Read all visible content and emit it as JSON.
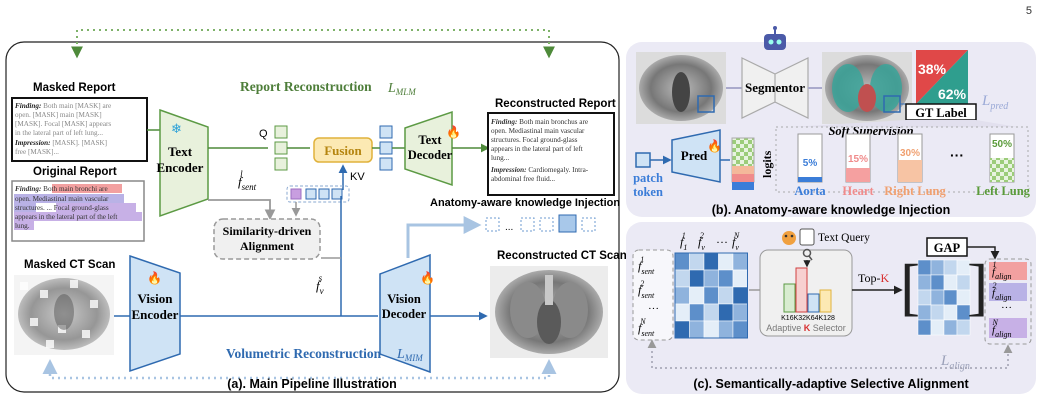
{
  "page_number": "5",
  "panel_a": {
    "caption": "(a). Main Pipeline Illustration",
    "report_reconstruction": "Report Reconstruction",
    "report_loss": "L",
    "report_loss_sub": "MLM",
    "masked_report": {
      "title": "Masked Report",
      "finding_label": "Finding:",
      "finding_text": [
        "Both main [MASK] are",
        "open. [MASK] main [MASK]",
        "[MASK]. Focal [MASK] appears",
        "in the lateral part of left lung..."
      ],
      "impression_label": "Impression:",
      "impression_text": [
        "[MASK]. [MASK]",
        "free [MASK]..."
      ]
    },
    "original_report": {
      "title": "Original Report",
      "finding_label": "Finding:",
      "lines": [
        "Both main bronchi are",
        "open. Mediastinal main vascular",
        "structures. ... Focal ground-glass",
        "appears in the lateral part of the left",
        "lung."
      ]
    },
    "reconstructed_report": {
      "title": "Reconstructed Report",
      "finding_label": "Finding:",
      "finding_text": [
        "Both main bronchus are",
        "open. Mediastinal main vascular",
        "structures. Focal ground-glass",
        "appears in the lateral part of left",
        "lung..."
      ],
      "impression_label": "Impression:",
      "impression_text": [
        "Cardiomegaly. Intra-",
        "abdominal free fluid..."
      ]
    },
    "text_encoder": [
      "Text",
      "Encoder"
    ],
    "text_decoder": [
      "Text",
      "Decoder"
    ],
    "fusion": "Fusion",
    "q_label": "Q",
    "kv_label": "KV",
    "f_sent": "f",
    "f_sent_sub": "sent",
    "f_sent_sup": "l",
    "f_v": "f",
    "f_v_sub": "v",
    "f_v_sup": "s",
    "similarity": [
      "Similarity-driven",
      "Alignment"
    ],
    "masked_ct": "Masked CT Scan",
    "reconstructed_ct": "Reconstructed CT Scan",
    "vision_encoder": [
      "Vision",
      "Encoder"
    ],
    "vision_decoder": [
      "Vision",
      "Decoder"
    ],
    "anatomy_injection": "Anatomy-aware knowledge Injection",
    "volumetric_reconstruction": "Volumetric Reconstruction",
    "volumetric_loss": "L",
    "volumetric_loss_sub": "MIM"
  },
  "panel_b": {
    "caption": "(b). Anatomy-aware knowledge Injection",
    "segmentor": "Segmentor",
    "pct_1": "38%",
    "pct_2": "62%",
    "gt_label": "GT Label",
    "l_pred": "L",
    "l_pred_sub": "pred",
    "soft_supervision": "Soft Supervision",
    "patch_token": [
      "patch",
      "token"
    ],
    "pred": "Pred",
    "logits": "logits",
    "organs": [
      {
        "name": "Aorta",
        "pct": "5%",
        "color": "#3b7dd8"
      },
      {
        "name": "Heart",
        "pct": "15%",
        "color": "#f08b8b"
      },
      {
        "name": "Right Lung",
        "pct": "30%",
        "color": "#f0a070"
      },
      {
        "name": "Left Lung",
        "pct": "50%",
        "color": "#5a9b3a"
      }
    ],
    "ellipsis": "···"
  },
  "panel_c": {
    "caption": "(c). Semantically-adaptive Selective Alignment",
    "text_query": "Text Query",
    "gap": "GAP",
    "top_k": "Top-",
    "k": "K",
    "selector_ticks": "K16K32K64K128",
    "selector_label": "Adaptive ",
    "selector_label_k": "K",
    "selector_label_end": " Selector",
    "l_align": "L",
    "l_align_sub": "align",
    "f_v_labels": [
      "1",
      "2",
      "N"
    ],
    "f_sent_sups": [
      "1",
      "2",
      "N"
    ],
    "f_align_sups": [
      "1",
      "2",
      "N"
    ],
    "sent_sub": "sent",
    "align_sub": "align",
    "dots": "···",
    "n_sent_sup": "N",
    "n_sent_sup_sub": "sent"
  }
}
